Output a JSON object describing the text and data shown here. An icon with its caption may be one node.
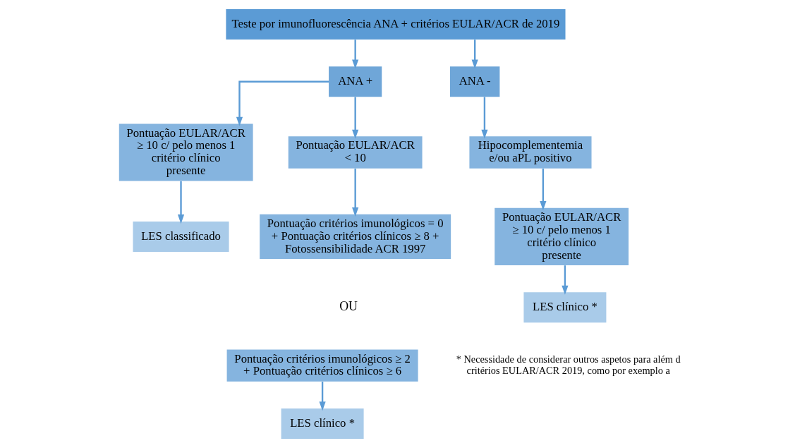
{
  "diagram": {
    "nodes": [
      {
        "text": [
          "Teste por imunofluorescência ANA + critérios EULAR/ACR de 2019"
        ]
      },
      {
        "text": [
          "ANA +"
        ]
      },
      {
        "text": [
          "ANA -"
        ]
      },
      {
        "text": [
          "Pontuação EULAR/ACR ≥ 10 c/ pelo menos 1 critério clínico presente"
        ]
      },
      {
        "text": [
          "Pontuação EULAR/ACR < 10"
        ]
      },
      {
        "text": [
          "Hipocomplementemia e/ou aPL positivo"
        ]
      },
      {
        "text": [
          "LES classificado"
        ]
      },
      {
        "text": [
          "Pontuação critérios imunológicos = 0 + Pontuação critérios clínicos ≥ 8 + Fotossensibilidade ACR 1997"
        ]
      },
      {
        "text": [
          "Pontuação EULAR/ACR ≥ 10 c/ pelo menos 1 critério clínico presente"
        ]
      },
      {
        "text": [
          "LES clínico *"
        ]
      },
      {
        "text": [
          "Pontuação critérios imunológicos ≥ 2 + Pontuação critérios clínicos ≥ 6"
        ]
      },
      {
        "text": [
          "LES clínico *"
        ]
      }
    ],
    "edges": [
      {
        "from": 0,
        "to": 1,
        "arrow": "to"
      },
      {
        "from": 0,
        "to": 2,
        "arrow": "to"
      },
      {
        "from": 1,
        "to": 3,
        "arrow": "to"
      },
      {
        "from": 1,
        "to": 4,
        "arrow": "to"
      },
      {
        "from": 2,
        "to": 5,
        "arrow": "to"
      },
      {
        "from": 3,
        "to": 6,
        "arrow": "to"
      },
      {
        "from": 4,
        "to": 7,
        "arrow": "to"
      },
      {
        "from": 5,
        "to": 8,
        "arrow": "to"
      },
      {
        "from": 8,
        "to": 9,
        "arrow": "to"
      },
      {
        "from": 10,
        "to": 11,
        "arrow": "to"
      }
    ],
    "labels": [
      "OU",
      "* Necessidade de considerar outros aspetos para além d critérios EULAR/ACR 2019, como por exemplo a"
    ]
  }
}
